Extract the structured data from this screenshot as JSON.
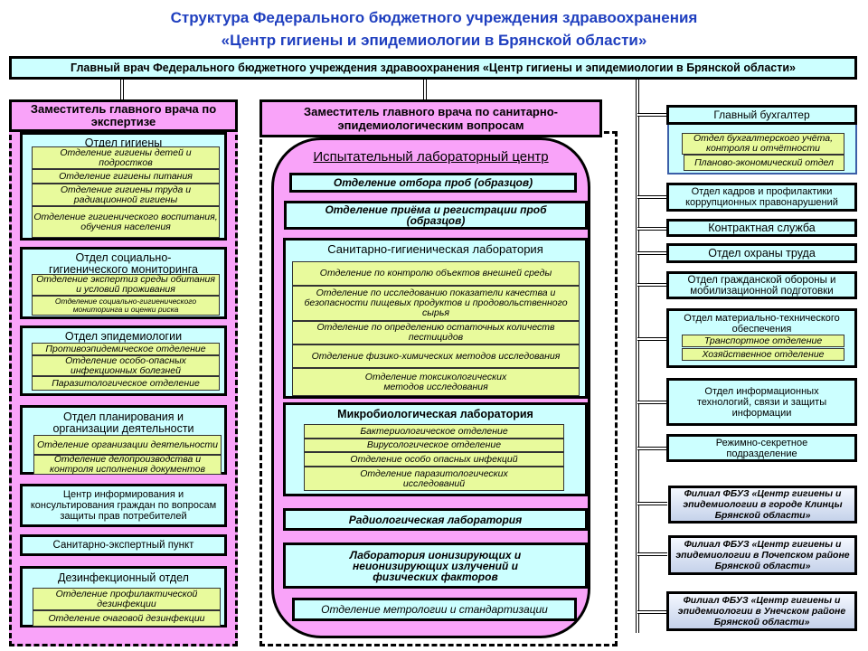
{
  "title": {
    "line1": "Структура Федерального бюджетного учреждения здравоохранения",
    "line2": "«Центр гигиены и эпидемиологии в Брянской области»"
  },
  "chief": "Главный врач Федерального бюджетного учреждения здравоохранения «Центр гигиены и эпидемиологии в Брянской области»",
  "left": {
    "deputy": "Заместитель главного врача по экспертизе",
    "hygiene": {
      "title": "Отдел гигиены",
      "subs": [
        "Отделение гигиены детей и подростков",
        "Отделение гигиены питания",
        "Отделение гигиены труда и радиационной гигиены",
        "Отделение гигиенического воспитания, обучения населения"
      ]
    },
    "monitoring": {
      "title": "Отдел социально-гигиенического мониторинга",
      "subs": [
        "Отделение экспертиз среды обитания и условий проживания",
        "Отделение социально-гигиенического мониторинга и оценки риска"
      ]
    },
    "epid": {
      "title": "Отдел эпидемиологии",
      "subs": [
        "Противоэпидемическое отделение",
        "Отделение особо-опасных инфекционных болезней",
        "Паразитологическое отделение"
      ]
    },
    "planning": {
      "title": "Отдел планирования и организации деятельности",
      "subs": [
        "Отделение организации деятельности",
        "Отделение делопроизводства и контроля исполнения документов"
      ]
    },
    "info_center": "Центр информирования и консультирования граждан по вопросам защиты прав потребителей",
    "expert_point": "Санитарно-экспертный пункт",
    "disinf": {
      "title": "Дезинфекционный отдел",
      "subs": [
        "Отделение профилактической дезинфекции",
        "Отделение очаговой дезинфекции"
      ]
    }
  },
  "middle": {
    "deputy": "Заместитель главного врача по санитарно-эпидемиологическим вопросам",
    "lab_center": "Испытательный лабораторный центр",
    "sampling": "Отделение отбора проб (образцов)",
    "reception": "Отделение приёма и регистрации проб (образцов)",
    "sanlab": {
      "title": "Санитарно-гигиеническая лаборатория",
      "subs": [
        "Отделение по контролю объектов внешней среды",
        "Отделение по исследованию показатели качества и безопасности пищевых продуктов и продовольственного сырья",
        "Отделение по определению остаточных количеств пестицидов",
        "Отделение физико-химических методов исследования",
        "Отделение токсикологических методов исследования"
      ]
    },
    "microlab": {
      "title": "Микробиологическая лаборатория",
      "subs": [
        "Бактериологическое отделение",
        "Вирусологическое отделение",
        "Отделение особо опасных инфекций",
        "Отделение паразитологических исследований"
      ]
    },
    "radiolab": "Радиологическая лаборатория",
    "ionlab": "Лаборатория ионизирующих и неионизирующих излучений и физических факторов",
    "metrology": "Отделение метрологии и стандартизации"
  },
  "right": {
    "accountant": {
      "title": "Главный бухгалтер",
      "subs": [
        "Отдел бухгалтерского учёта, контроля и отчётности",
        "Планово-экономический отдел"
      ]
    },
    "hr": "Отдел кадров и профилактики коррупционных правонарушений",
    "contract": "Контрактная служба",
    "labor": "Отдел охраны труда",
    "civil": "Отдел гражданской обороны и мобилизационной подготовки",
    "supply": {
      "title": "Отдел материально-технического обеспечения",
      "subs": [
        "Транспортное отделение",
        "Хозяйственное отделение"
      ]
    },
    "it": "Отдел информационных технологий, связи и защиты информации",
    "secret": "Режимно-секретное подразделение",
    "branches": [
      "Филиал ФБУЗ «Центр гигиены и эпидемиологии в городе Клинцы Брянской области»",
      "Филиал ФБУЗ «Центр гигиены и эпидемиологии в Почепском районе Брянской области»",
      "Филиал ФБУЗ «Центр гигиены и эпидемиологии в Унечском районе Брянской области»"
    ]
  }
}
